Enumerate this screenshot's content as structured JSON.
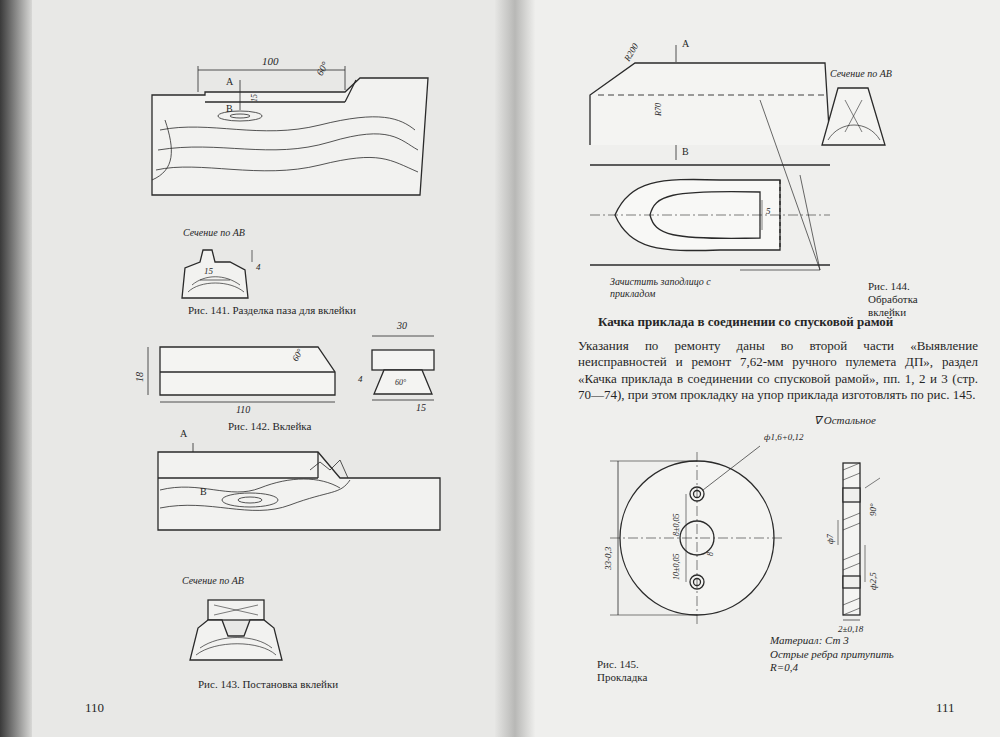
{
  "diagram": {
    "title": "Качка приклада в соединении со спусковой рамой",
    "labels": [
      "100",
      "60°",
      "А",
      "15",
      "В",
      "Сечение по АВ",
      "4",
      "15",
      "Рис. 141. Разделка паза для вклейки",
      "30",
      "18",
      "60°",
      "110",
      "4",
      "60°",
      "15",
      "Рис. 142. Вклейка",
      "А",
      "В",
      "Сечение по АВ",
      "Рис. 143. Постановка вклейки",
      "110",
      "R200",
      "А",
      "R70",
      "В",
      "Сечение по АВ",
      "5",
      "Зачистить заподлицо с прикладом",
      "Рис. 144. Обработка вклейки",
      "Указания по ремонту даны во второй части «Выявление неисправностей и ремонт 7,62-мм ручного пулемета ДП», раздел «Качка приклада в соединении со спусковой рамой», пп. 1, 2 и 3 (стр. 70—74), при этом прокладку на упор приклада изготовлять по рис. 145.",
      "∇ Остальное",
      "ф1,6+0,12",
      "8±0,05",
      "10±0,05",
      "8",
      "33-0,3",
      "90°",
      "ф7",
      "ф2,5",
      "2±0,18",
      "Материал: Ст 3",
      "Острые ребра притупить R=0,4",
      "Рис. 145. Прокладка",
      "111"
    ]
  }
}
